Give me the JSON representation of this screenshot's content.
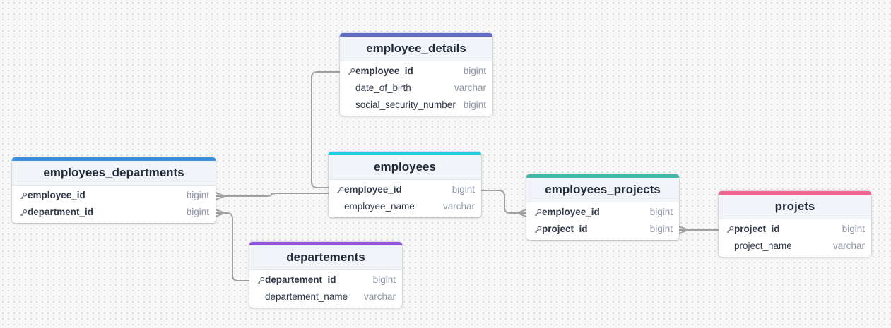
{
  "tables": {
    "employee_details": {
      "title": "employee_details",
      "color": "#5e6ac7",
      "fields": [
        {
          "name": "employee_id",
          "type": "bigint",
          "pk": true
        },
        {
          "name": "date_of_birth",
          "type": "varchar",
          "pk": false
        },
        {
          "name": "social_security_number",
          "type": "bigint",
          "pk": false
        }
      ]
    },
    "employees_departments": {
      "title": "employees_departments",
      "color": "#3a8fde",
      "fields": [
        {
          "name": "employee_id",
          "type": "bigint",
          "pk": true
        },
        {
          "name": "department_id",
          "type": "bigint",
          "pk": true
        }
      ]
    },
    "employees": {
      "title": "employees",
      "color": "#22cde3",
      "fields": [
        {
          "name": "employee_id",
          "type": "bigint",
          "pk": true
        },
        {
          "name": "employee_name",
          "type": "varchar",
          "pk": false
        }
      ]
    },
    "employees_projects": {
      "title": "employees_projects",
      "color": "#45b7a8",
      "fields": [
        {
          "name": "employee_id",
          "type": "bigint",
          "pk": true
        },
        {
          "name": "project_id",
          "type": "bigint",
          "pk": true
        }
      ]
    },
    "projets": {
      "title": "projets",
      "color": "#ef6691",
      "fields": [
        {
          "name": "project_id",
          "type": "bigint",
          "pk": true
        },
        {
          "name": "project_name",
          "type": "varchar",
          "pk": false
        }
      ]
    },
    "departements": {
      "title": "departements",
      "color": "#8f55da",
      "fields": [
        {
          "name": "departement_id",
          "type": "bigint",
          "pk": true
        },
        {
          "name": "departement_name",
          "type": "varchar",
          "pk": false
        }
      ]
    }
  },
  "relationships": [
    {
      "from": "employee_details.employee_id",
      "to": "employees.employee_id",
      "cardinality": "one-to-one"
    },
    {
      "from": "employees.employee_id",
      "to": "employees_departments.employee_id",
      "cardinality": "one-to-many"
    },
    {
      "from": "employees_departments.department_id",
      "to": "departements.departement_id",
      "cardinality": "many-to-one"
    },
    {
      "from": "employees.employee_id",
      "to": "employees_projects.employee_id",
      "cardinality": "one-to-many"
    },
    {
      "from": "employees_projects.project_id",
      "to": "projets.project_id",
      "cardinality": "many-to-one"
    }
  ]
}
